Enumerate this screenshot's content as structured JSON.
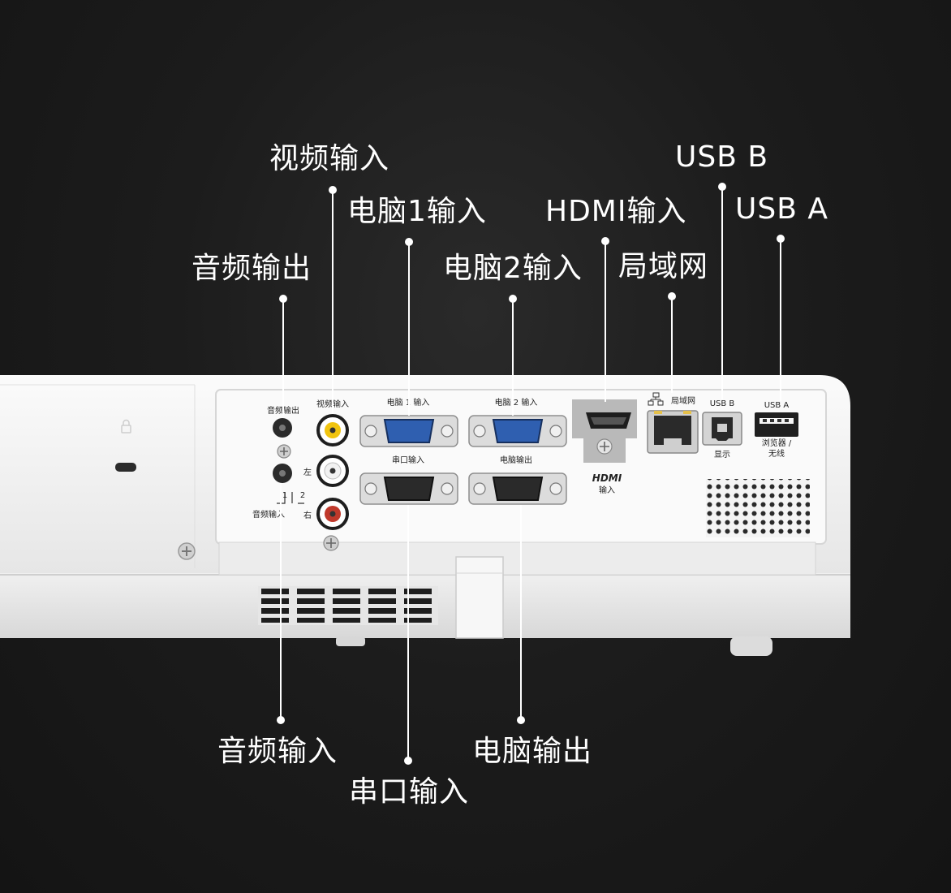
{
  "callouts": {
    "video_in": "视频输入",
    "pc1_in": "电脑1输入",
    "audio_out": "音频输出",
    "pc2_in": "电脑2输入",
    "hdmi_in": "HDMI输入",
    "lan": "局域网",
    "usb_b": "USB B",
    "usb_a": "USB A",
    "audio_in": "音频输入",
    "serial_in": "串口输入",
    "pc_out": "电脑输出"
  },
  "panel_labels": {
    "audio_out": "音频输出",
    "video_in": "视频输入",
    "pc1_in": "电脑 1 输入",
    "pc2_in": "电脑 2 输入",
    "serial_in": "串口输入",
    "monitor_out": "电脑输出",
    "lan": "局域网",
    "usb_b": "USB B",
    "usb_b_sub": "显示",
    "usb_a": "USB A",
    "usb_a_sub1": "浏览器 /",
    "usb_a_sub2": "无线",
    "left": "左",
    "right": "右",
    "one": "1",
    "two": "2",
    "audio_in": "音频输入",
    "hdmi_logo": "HDMI",
    "hdmi_sub": "输入"
  },
  "colors": {
    "background": "#1b1b1b",
    "projector_body": "#f2f2f2",
    "rca_yellow": "#f1c40f",
    "rca_red": "#c0392b",
    "vga_blue": "#2f5fb0"
  }
}
